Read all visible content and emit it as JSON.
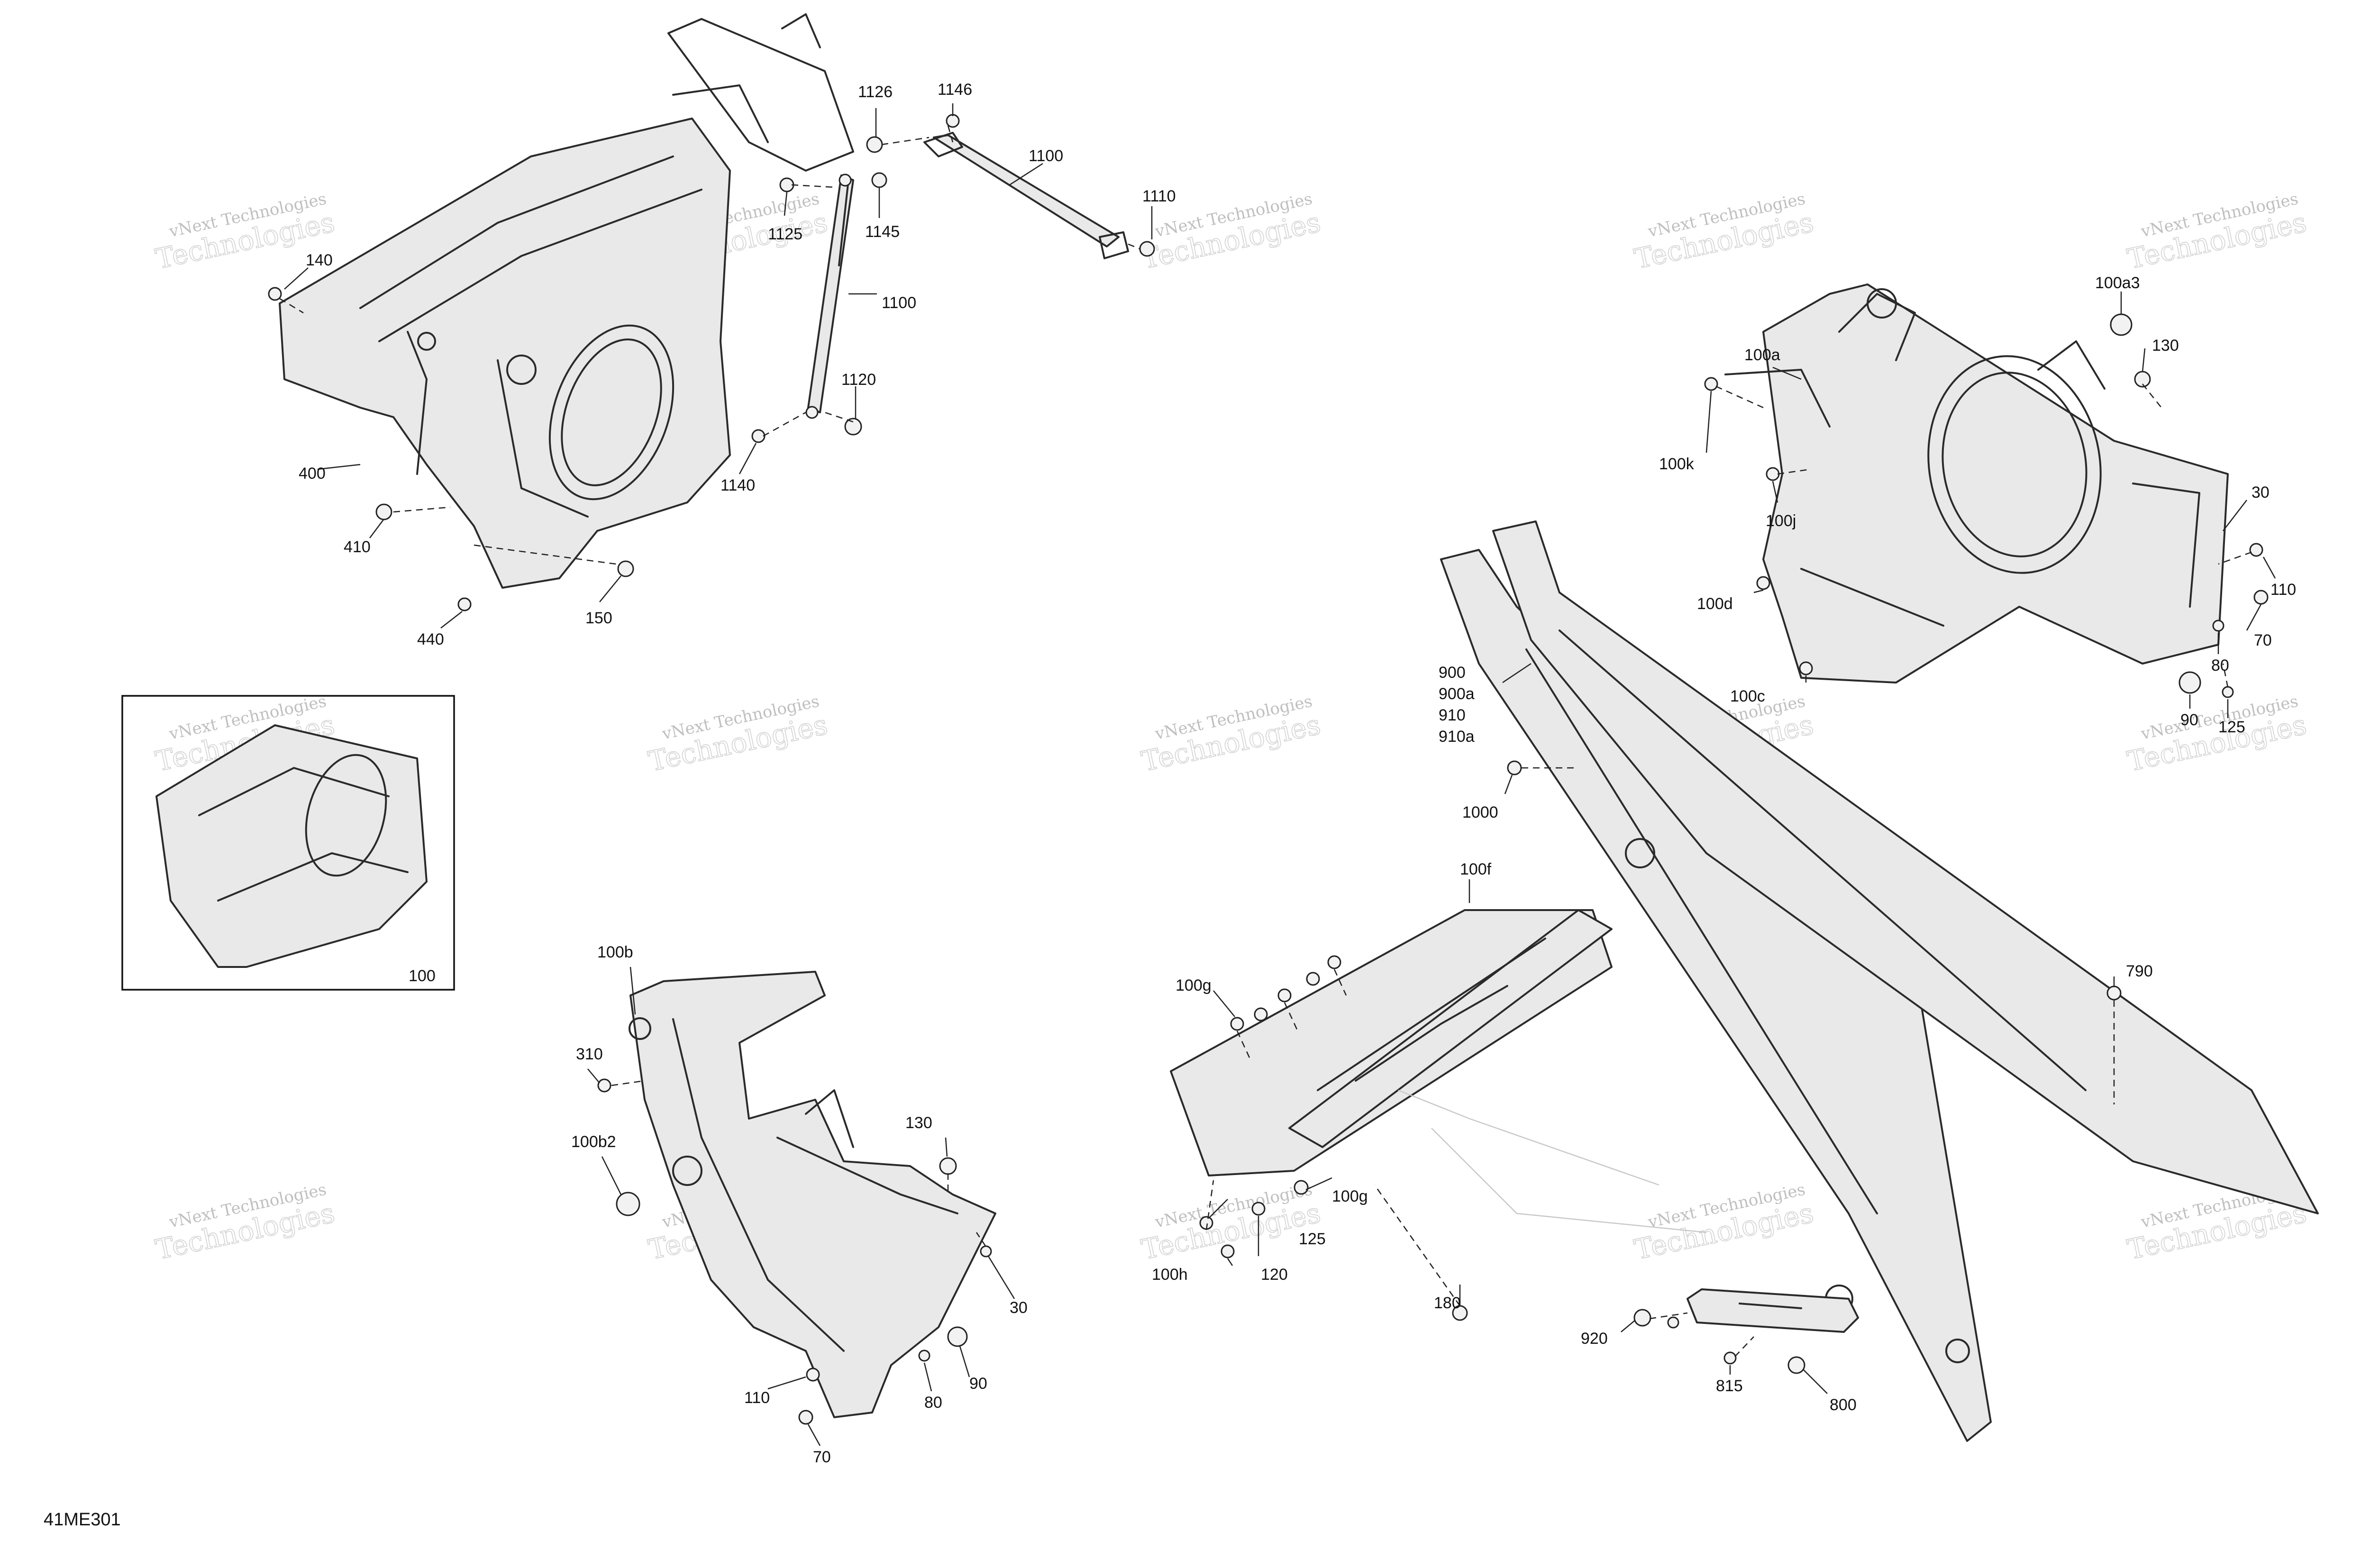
{
  "figure_id": "41ME301",
  "watermark": {
    "line1": "vNext Technologies",
    "big": "Technologies"
  },
  "callouts": [
    {
      "id": "c1126",
      "label": "1126"
    },
    {
      "id": "c1146",
      "label": "1146"
    },
    {
      "id": "c1100a",
      "label": "1100"
    },
    {
      "id": "c1110",
      "label": "1110"
    },
    {
      "id": "c1125",
      "label": "1125"
    },
    {
      "id": "c1145",
      "label": "1145"
    },
    {
      "id": "c1100b",
      "label": "1100"
    },
    {
      "id": "c1120",
      "label": "1120"
    },
    {
      "id": "c1140",
      "label": "1140"
    },
    {
      "id": "c140",
      "label": "140"
    },
    {
      "id": "c400",
      "label": "400"
    },
    {
      "id": "c410",
      "label": "410"
    },
    {
      "id": "c440",
      "label": "440"
    },
    {
      "id": "c150",
      "label": "150"
    },
    {
      "id": "c100",
      "label": "100"
    },
    {
      "id": "c100a3",
      "label": "100a3"
    },
    {
      "id": "c130a",
      "label": "130"
    },
    {
      "id": "c100a",
      "label": "100a"
    },
    {
      "id": "c100k",
      "label": "100k"
    },
    {
      "id": "c100j",
      "label": "100j"
    },
    {
      "id": "c30a",
      "label": "30"
    },
    {
      "id": "c110a",
      "label": "110"
    },
    {
      "id": "c100d",
      "label": "100d"
    },
    {
      "id": "c70a",
      "label": "70"
    },
    {
      "id": "c80a",
      "label": "80"
    },
    {
      "id": "c100c",
      "label": "100c"
    },
    {
      "id": "c90a",
      "label": "90"
    },
    {
      "id": "c125a",
      "label": "125"
    },
    {
      "id": "c900",
      "label": "900"
    },
    {
      "id": "c900a",
      "label": "900a"
    },
    {
      "id": "c910",
      "label": "910"
    },
    {
      "id": "c910a",
      "label": "910a"
    },
    {
      "id": "c1000",
      "label": "1000"
    },
    {
      "id": "c100f",
      "label": "100f"
    },
    {
      "id": "c790",
      "label": "790"
    },
    {
      "id": "c100g1",
      "label": "100g"
    },
    {
      "id": "c100g2",
      "label": "100g"
    },
    {
      "id": "c125b",
      "label": "125"
    },
    {
      "id": "c100h",
      "label": "100h"
    },
    {
      "id": "c120",
      "label": "120"
    },
    {
      "id": "c180",
      "label": "180"
    },
    {
      "id": "c920",
      "label": "920"
    },
    {
      "id": "c815",
      "label": "815"
    },
    {
      "id": "c800",
      "label": "800"
    },
    {
      "id": "c100b",
      "label": "100b"
    },
    {
      "id": "c310",
      "label": "310"
    },
    {
      "id": "c100b2",
      "label": "100b2"
    },
    {
      "id": "c130b",
      "label": "130"
    },
    {
      "id": "c30b",
      "label": "30"
    },
    {
      "id": "c110b",
      "label": "110"
    },
    {
      "id": "c80b",
      "label": "80"
    },
    {
      "id": "c90b",
      "label": "90"
    },
    {
      "id": "c70b",
      "label": "70"
    }
  ]
}
